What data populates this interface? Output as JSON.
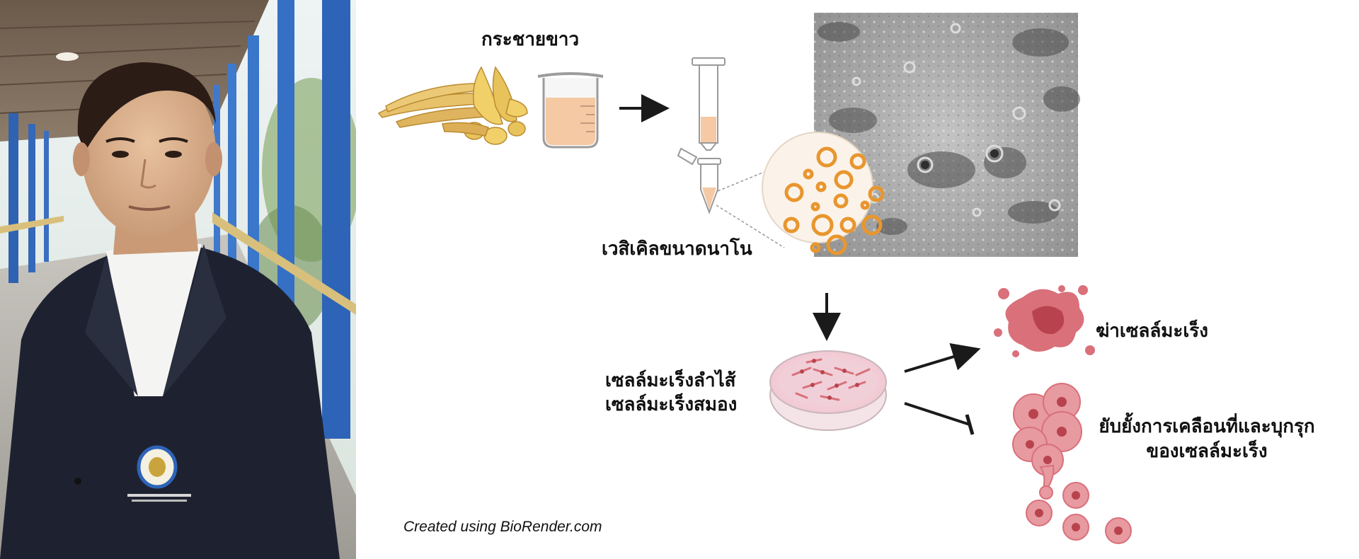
{
  "labels": {
    "ingredient": "กระชายขาว",
    "nanovesicles": "เวสิเคิลขนาดนาโน",
    "cell_line_1": "เซลล์มะเร็งลำไส้",
    "cell_line_2": "เซลล์มะเร็งสมอง",
    "outcome_kill": "ฆ่าเซลล์มะเร็ง",
    "outcome_inhibit_line1": "ยับยั้งการเคลือนที่และบุกรุก",
    "outcome_inhibit_line2": "ของเซลล์มะเร็ง"
  },
  "credit": "Created using BioRender.com",
  "colors": {
    "vesicle_orange": "#E8962E",
    "juice": "#F5C9A4",
    "cell_pink": "#D9707A",
    "cell_dark": "#B8434E",
    "arrow": "#1a1a1a",
    "suit": "#1E2230",
    "pillar_blue": "#2E64B8"
  },
  "icons": [
    "fingerroot-rhizome-icon",
    "beaker-icon",
    "spin-column-icon",
    "tube-icon",
    "vesicle-zoom-icon",
    "tem-image",
    "petri-dish-icon",
    "dead-cell-icon",
    "cell-cluster-icon"
  ]
}
